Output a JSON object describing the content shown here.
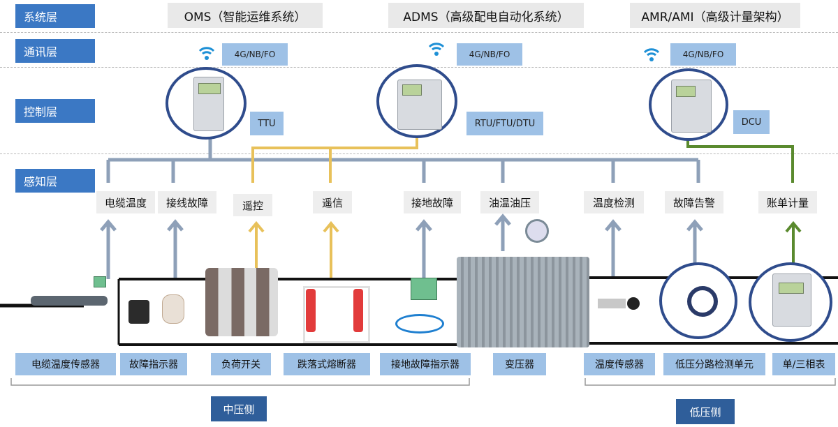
{
  "layers": {
    "system": "系统层",
    "comm": "通讯层",
    "control": "控制层",
    "sensing": "感知层"
  },
  "systems": [
    "OMS（智能运维系统）",
    "ADMS（高级配电自动化系统）",
    "AMR/AMI（高级计量架构）"
  ],
  "comm_labels": [
    "4G/NB/FO",
    "4G/NB/FO",
    "4G/NB/FO"
  ],
  "controllers": [
    "TTU",
    "RTU/FTU/DTU",
    "DCU"
  ],
  "sensing_labels": [
    "电缆温度",
    "接线故障",
    "遥控",
    "遥信",
    "接地故障",
    "油温油压",
    "温度检测",
    "故障告警",
    "账单计量"
  ],
  "devices": [
    "电缆温度传感器",
    "故障指示器",
    "负荷开关",
    "跌落式熔断器",
    "接地故障指示器",
    "变压器",
    "温度传感器",
    "低压分路检测单元",
    "单/三相表"
  ],
  "sides": {
    "medium": "中压侧",
    "low": "低压侧"
  },
  "colors": {
    "layer_blue": "#3b78c4",
    "light_blue": "#9ec1e6",
    "dark_blue": "#2f5e9a",
    "bus_gray": "#8ea0b8",
    "yellow_line": "#e8c15a",
    "green_line": "#5a8a2e",
    "wifi": "#1e90d6"
  },
  "icons": [
    "wifi-icon",
    "arrow-up-icon"
  ]
}
